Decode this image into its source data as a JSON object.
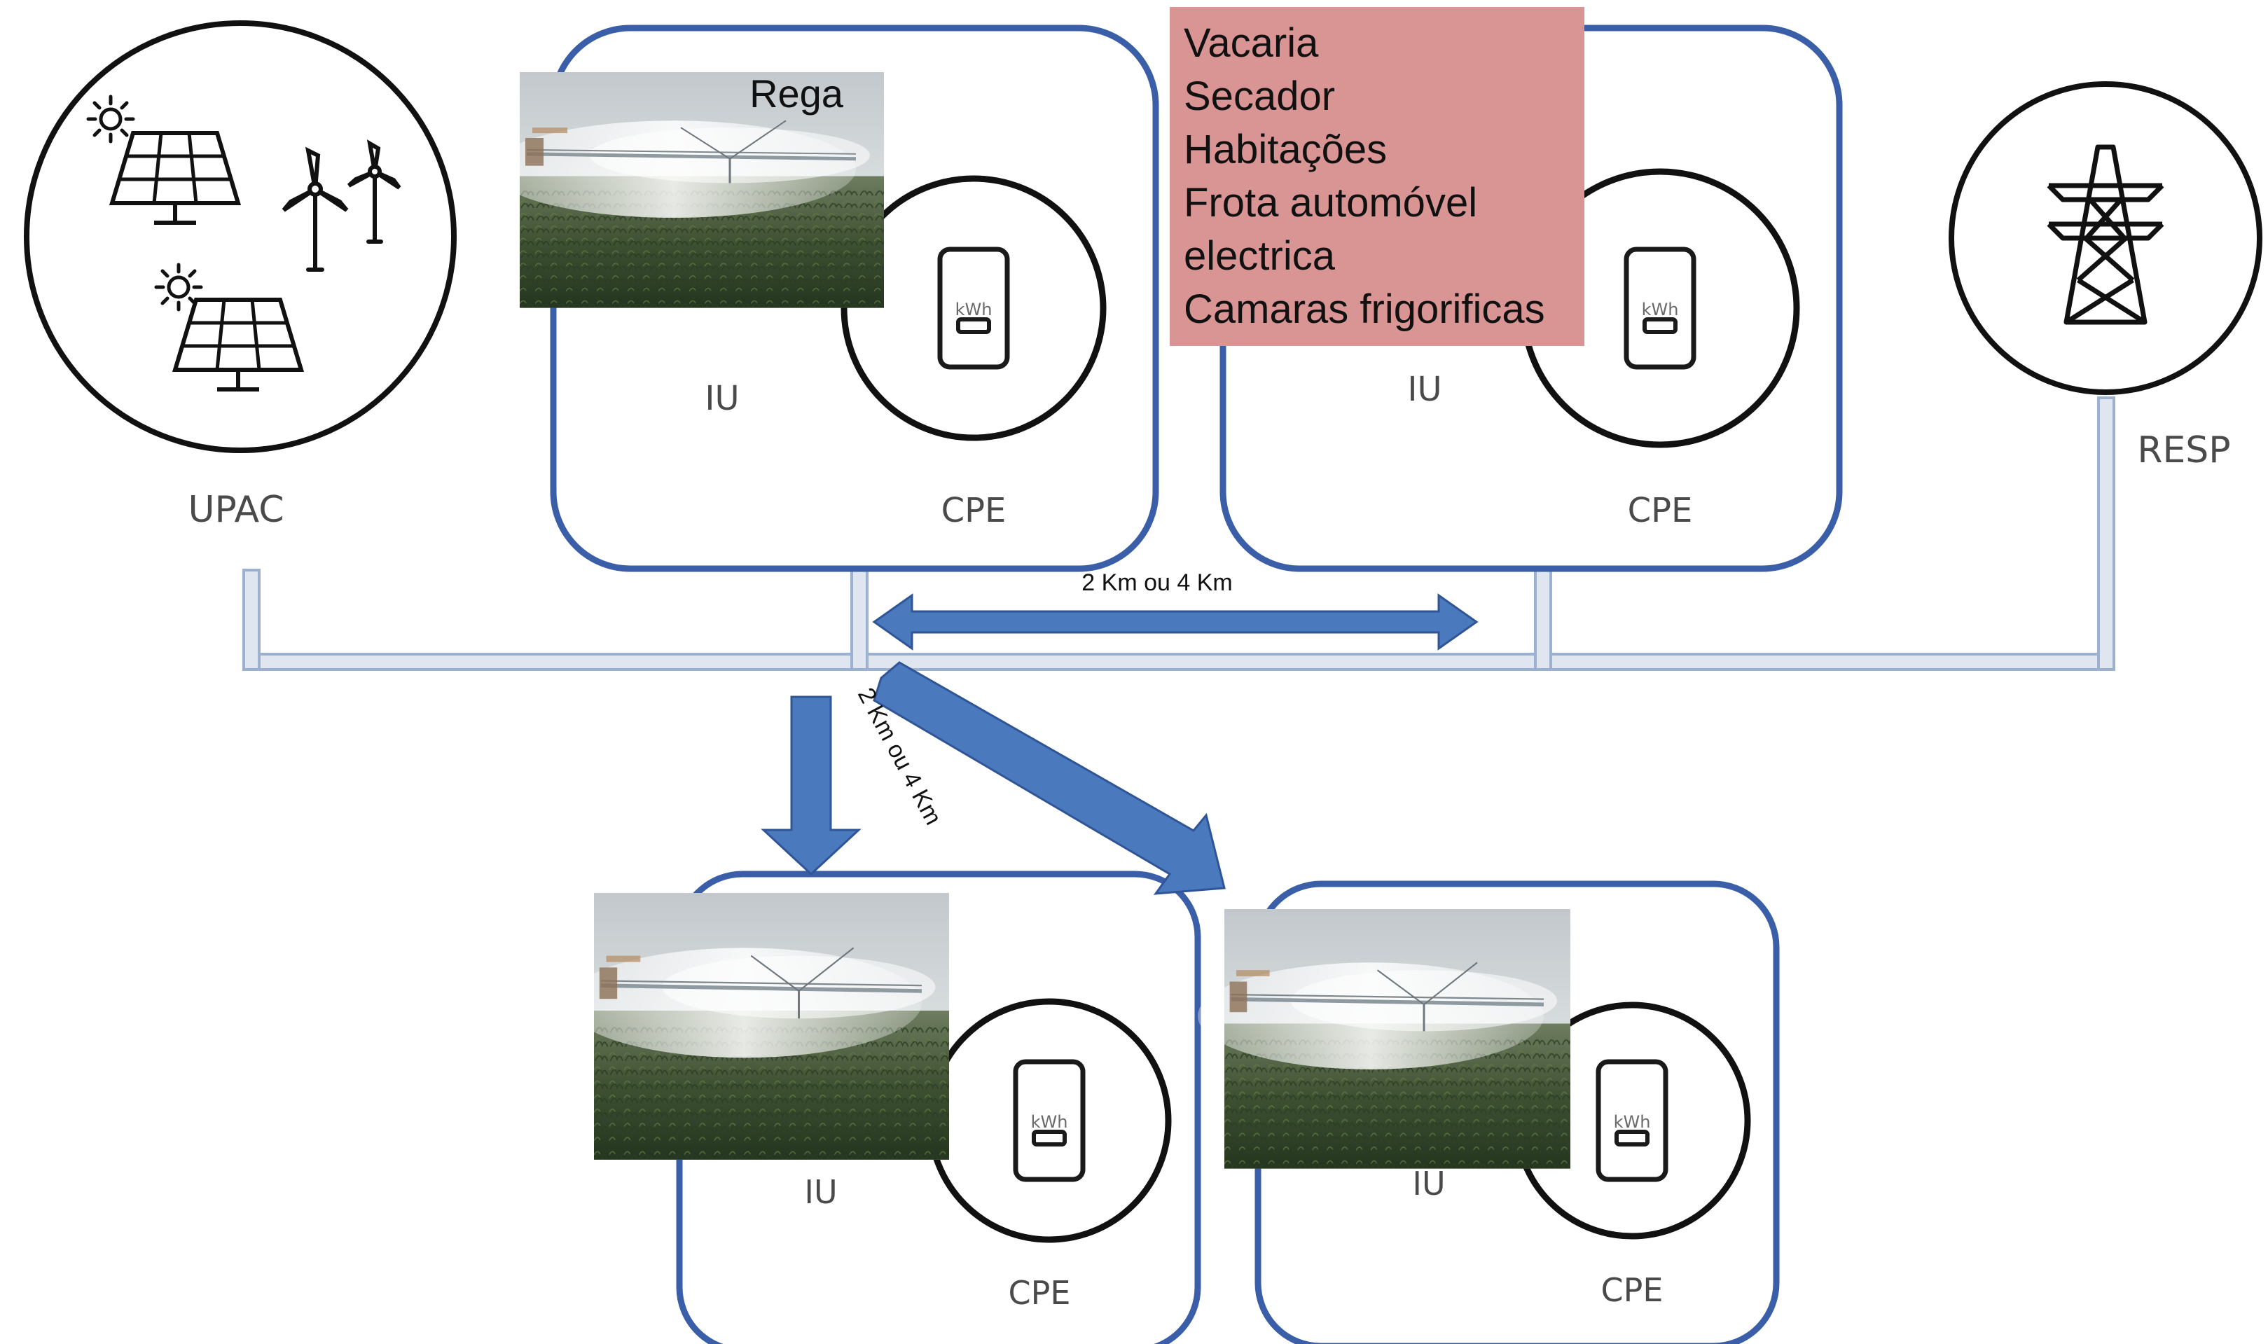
{
  "labels": {
    "upac": "UPAC",
    "resp": "RESP",
    "iu": "IU",
    "cpe": "CPE",
    "kwh": "kWh",
    "rega": "Rega",
    "distance_h": "2 Km ou 4 Km",
    "distance_d": "2 Km ou 4 Km"
  },
  "uses": [
    "Vacaria",
    "Secador",
    "Habitações",
    "Frota automóvel",
    "electrica",
    "Camaras frigorificas"
  ],
  "colors": {
    "unit_border": "#3a5ea7",
    "arrow_fill": "#4a79bd",
    "bus_fill": "#dfe6ef",
    "bus_stroke": "#9cb1cf",
    "uses_box": "#d99594"
  },
  "icons": [
    "sun-icon",
    "solar-panel-icon",
    "wind-turbine-icon",
    "transmission-tower-icon",
    "electric-meter-icon",
    "irrigation-photo"
  ]
}
